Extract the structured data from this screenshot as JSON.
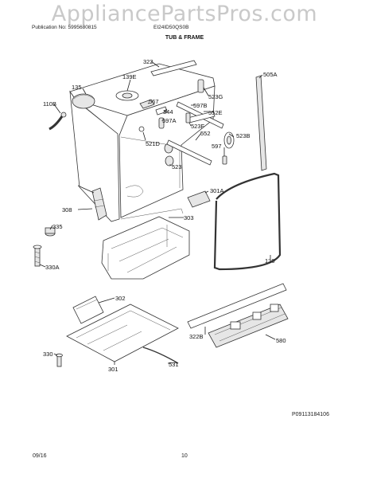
{
  "watermark": "AppliancePartsPros.com",
  "header": {
    "publication": "Publication No: 5995680815",
    "model": "EI24ID50QS0B",
    "title": "TUB & FRAME"
  },
  "footer": {
    "date": "09/16",
    "page": "10",
    "drawing_id": "P09113184106"
  },
  "parts": {
    "p322": "322",
    "p135": "135",
    "p139e": "139E",
    "p505a": "505A",
    "p110b": "110B",
    "p567": "567",
    "p344": "344",
    "p597b": "597B",
    "p523g": "523G",
    "p552e": "552E",
    "p597a": "597A",
    "p523f": "523F",
    "p552": "552",
    "p523b": "523B",
    "p521d": "521D",
    "p597": "597",
    "p523": "523",
    "p301a": "301A",
    "p308": "308",
    "p303": "303",
    "p335": "335",
    "p130": "130",
    "p330a": "330A",
    "p302": "302",
    "p322b": "322B",
    "p580": "580",
    "p330": "330",
    "p301": "301",
    "p531": "531"
  }
}
